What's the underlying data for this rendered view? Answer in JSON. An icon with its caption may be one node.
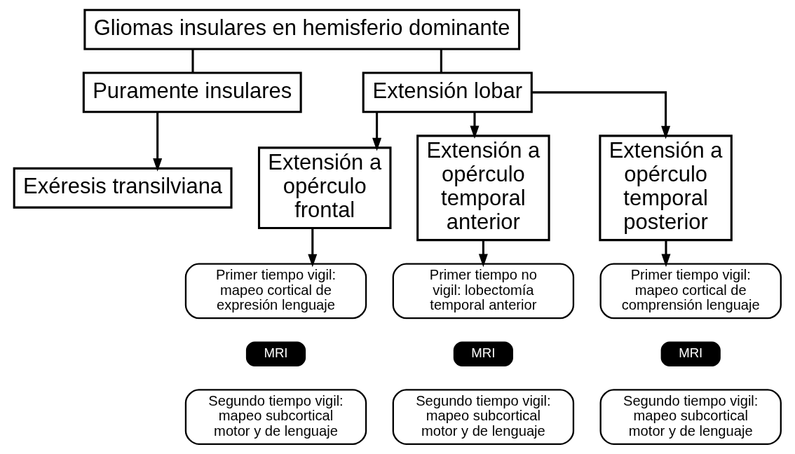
{
  "diagram": {
    "nodes": [
      {
        "text": [
          "Gliomas insulares en hemisferio dominante"
        ]
      },
      {
        "text": [
          "Puramente insulares"
        ]
      },
      {
        "text": [
          "Extensión lobar"
        ]
      },
      {
        "text": [
          "Exéresis transilviana"
        ]
      },
      {
        "text": [
          "Extensión a opérculo frontal"
        ]
      },
      {
        "text": [
          "Extensión a opérculo temporal anterior"
        ]
      },
      {
        "text": [
          "Extensión a opérculo temporal posterior"
        ]
      },
      {
        "text": [
          "Primer tiempo vigil: mapeo cortical de expresión lenguaje"
        ]
      },
      {
        "text": [
          "MRI"
        ]
      },
      {
        "text": [
          "Segundo tiempo vigil: mapeo subcortical motor y de lenguaje"
        ]
      },
      {
        "text": [
          "Primer tiempo no vigil: lobectomía temporal anterior"
        ]
      },
      {
        "text": [
          "MRI"
        ]
      },
      {
        "text": [
          "Segundo tiempo vigil: mapeo subcortical motor y de lenguaje"
        ]
      },
      {
        "text": [
          "Primer tiempo vigil: mapeo cortical de comprensión lenguaje"
        ]
      },
      {
        "text": [
          "MRI"
        ]
      },
      {
        "text": [
          "Segundo tiempo vigil: mapeo subcortical motor y de lenguaje"
        ]
      }
    ],
    "edges": [
      {
        "from": 0,
        "to": 1,
        "arrow": "none"
      },
      {
        "from": 0,
        "to": 2,
        "arrow": "none"
      },
      {
        "from": 1,
        "to": 3,
        "arrow": "to"
      },
      {
        "from": 2,
        "to": 4,
        "arrow": "to"
      },
      {
        "from": 2,
        "to": 5,
        "arrow": "to"
      },
      {
        "from": 2,
        "to": 6,
        "arrow": "to"
      },
      {
        "from": 4,
        "to": 7,
        "arrow": "to"
      },
      {
        "from": 5,
        "to": 10,
        "arrow": "to"
      },
      {
        "from": 6,
        "to": 13,
        "arrow": "to"
      }
    ]
  }
}
